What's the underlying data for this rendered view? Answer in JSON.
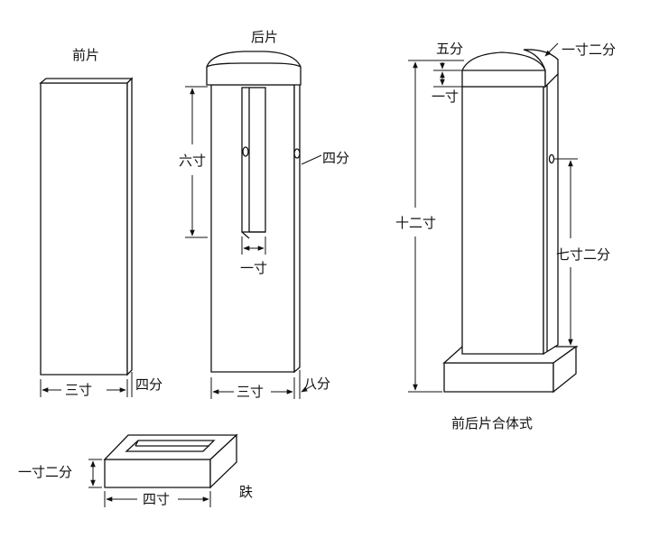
{
  "front_piece": {
    "title": "前片",
    "width_label": "三寸",
    "thickness_label": "四分"
  },
  "back_piece": {
    "title": "后片",
    "slot_height_label": "六寸",
    "slot_width_label": "一寸",
    "hole_label": "四分",
    "width_label": "三寸",
    "thickness_label": "八分"
  },
  "base_piece": {
    "title": "趺",
    "height_label": "一寸二分",
    "width_label": "四寸"
  },
  "combined": {
    "title": "前后片合体式",
    "cap_height_label": "五分",
    "cap_depth_label": "一寸二分",
    "cap_offset_label": "一寸",
    "total_height_label": "十二寸",
    "lower_height_label": "七寸二分"
  }
}
